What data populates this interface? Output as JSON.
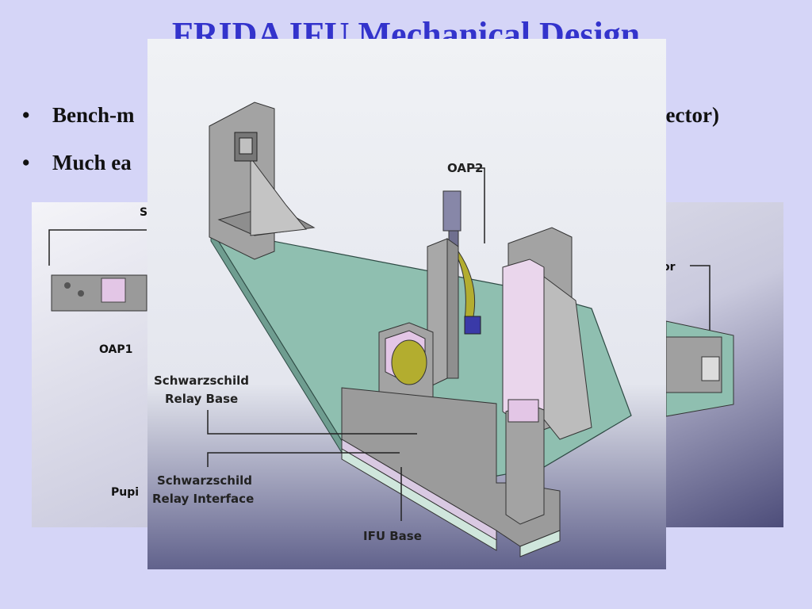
{
  "slide": {
    "title": "FRIDA IFU Mechanical Design",
    "bullets": [
      {
        "symbol": "•",
        "text": "Bench-m",
        "trailing": "vector)"
      },
      {
        "symbol": "•",
        "text": "Much ea"
      }
    ]
  },
  "back_figure": {
    "labels": {
      "top_partial": "S",
      "oap1": "OAP1",
      "pupil_partial": "Pupi",
      "mirror_partial": "or"
    }
  },
  "front_figure": {
    "labels": {
      "oap2": "OAP2",
      "relay_base_1": "Schwarzschild",
      "relay_base_2": "Relay Base",
      "relay_interface_1": "Schwarzschild",
      "relay_interface_2": "Relay Interface",
      "ifu_base": "IFU Base"
    }
  },
  "colors": {
    "background": "#d5d5f7",
    "title": "#3333cc",
    "plate": "#8fbfb0",
    "mount": "#a9a9a9",
    "mirror": "#b3ad2f",
    "pink": "#e3c6e6"
  }
}
